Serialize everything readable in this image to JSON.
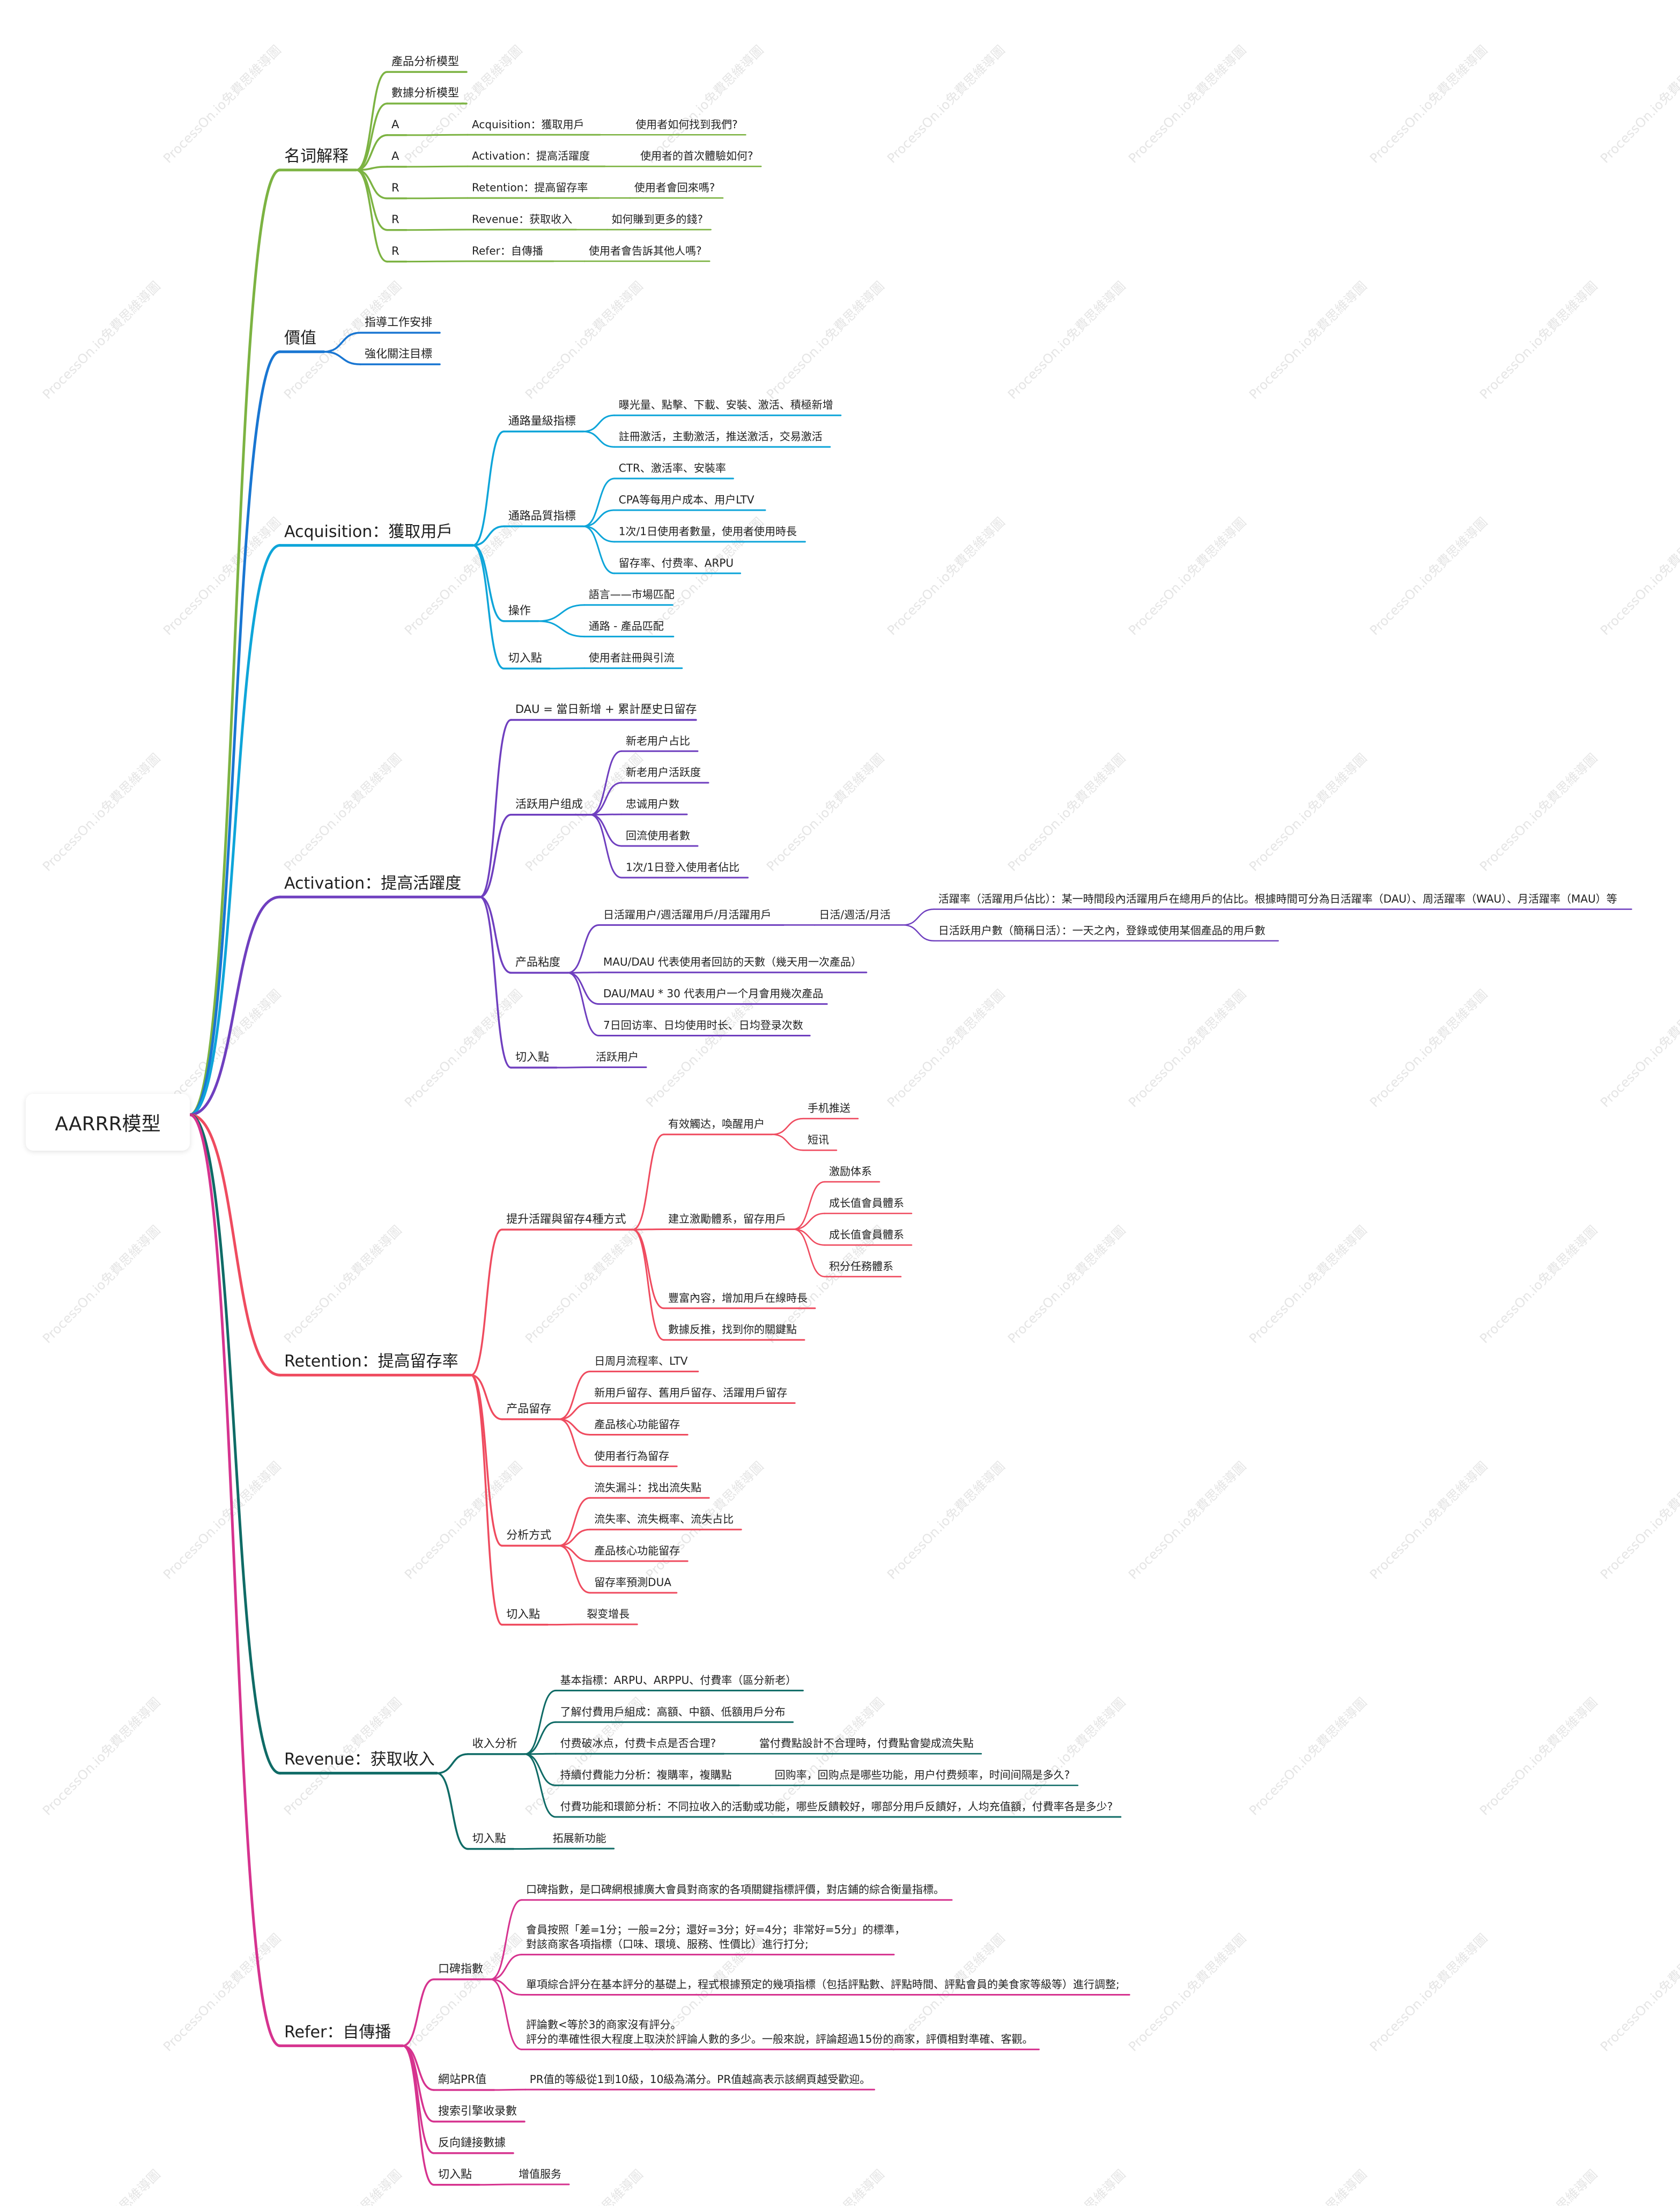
{
  "title": "AARRR模型",
  "watermark": "ProcessOn.io免費思維導圖",
  "branches": [
    {
      "label": "名词解释",
      "color": "#7cb342",
      "children": [
        {
          "label": "產品分析模型"
        },
        {
          "label": "數據分析模型"
        },
        {
          "label": "A",
          "children": [
            {
              "label": "Acquisition：獲取用戶",
              "children": [
                {
                  "label": "使用者如何找到我們?"
                }
              ]
            }
          ]
        },
        {
          "label": "A",
          "children": [
            {
              "label": "Activation：提高活躍度",
              "children": [
                {
                  "label": "使用者的首次體驗如何?"
                }
              ]
            }
          ]
        },
        {
          "label": "R",
          "children": [
            {
              "label": "Retention：提高留存率",
              "children": [
                {
                  "label": "使用者會回來嗎?"
                }
              ]
            }
          ]
        },
        {
          "label": "R",
          "children": [
            {
              "label": "Revenue：获取收入",
              "children": [
                {
                  "label": "如何賺到更多的錢?"
                }
              ]
            }
          ]
        },
        {
          "label": "R",
          "children": [
            {
              "label": "Refer：自傳播",
              "children": [
                {
                  "label": "使用者會告訴其他人嗎?"
                }
              ]
            }
          ]
        }
      ]
    },
    {
      "label": "價值",
      "color": "#1976d2",
      "children": [
        {
          "label": "指導工作安排"
        },
        {
          "label": "強化關注目標"
        }
      ]
    },
    {
      "label": "Acquisition：獲取用戶",
      "color": "#0ea5d9",
      "children": [
        {
          "label": "通路量級指標",
          "children": [
            {
              "label": "曝光量、點擊、下載、安裝、激活、積極新增"
            },
            {
              "label": "註冊激活，主動激活，推送激活，交易激活"
            }
          ]
        },
        {
          "label": "通路品質指標",
          "children": [
            {
              "label": "CTR、激活率、安裝率"
            },
            {
              "label": "CPA等每用户成本、用户LTV"
            },
            {
              "label": "1次/1日使用者數量，使用者使用時長"
            },
            {
              "label": "留存率、付费率、ARPU"
            }
          ]
        },
        {
          "label": "操作",
          "children": [
            {
              "label": "語言——市場匹配"
            },
            {
              "label": "通路 - 產品匹配"
            }
          ]
        },
        {
          "label": "切入點",
          "children": [
            {
              "label": "使用者註冊與引流"
            }
          ]
        }
      ]
    },
    {
      "label": "Activation：提高活躍度",
      "color": "#6f3fbf",
      "children": [
        {
          "label": "DAU = 當日新增 + 累計歷史日留存"
        },
        {
          "label": "活跃用户组成",
          "children": [
            {
              "label": "新老用户占比"
            },
            {
              "label": "新老用户活跃度"
            },
            {
              "label": "忠诚用户数"
            },
            {
              "label": "回流使用者數"
            },
            {
              "label": "1次/1日登入使用者佔比"
            }
          ]
        },
        {
          "label": "产品粘度",
          "children": [
            {
              "label": "日活躍用户/週活躍用戶/月活躍用戶",
              "children": [
                {
                  "label": "日活/週活/月活",
                  "children": [
                    {
                      "label": "活躍率（活躍用戶佔比）：某一時間段內活躍用戶在總用戶的佔比。根據時間可分為日活躍率（DAU）、周活躍率（WAU）、月活躍率（MAU）等"
                    },
                    {
                      "label": "日活跃用户數（簡稱日活）：一天之內，登錄或使用某個產品的用戶數"
                    }
                  ]
                }
              ]
            },
            {
              "label": "MAU/DAU 代表使用者回訪的天數（幾天用一次產品）"
            },
            {
              "label": "DAU/MAU * 30 代表用户一个月會用幾次產品"
            },
            {
              "label": "7日回访率、日均使用时长、日均登录次数"
            }
          ]
        },
        {
          "label": "切入點",
          "children": [
            {
              "label": "活跃用户"
            }
          ]
        }
      ]
    },
    {
      "label": "Retention：提高留存率",
      "color": "#ef4b5f",
      "children": [
        {
          "label": "提升活躍與留存4種方式",
          "children": [
            {
              "label": "有效觸达，喚醒用户",
              "children": [
                {
                  "label": "手机推送"
                },
                {
                  "label": "短讯"
                }
              ]
            },
            {
              "label": "建立激勵體系，留存用戶",
              "children": [
                {
                  "label": "激励体系"
                },
                {
                  "label": "成长值會員體系"
                },
                {
                  "label": "成长值會員體系"
                },
                {
                  "label": "积分任務體系"
                }
              ]
            },
            {
              "label": "豐富內容，增加用戶在線時長"
            },
            {
              "label": "數據反推，找到你的關鍵點"
            }
          ]
        },
        {
          "label": "产品留存",
          "children": [
            {
              "label": "日周月流程率、LTV"
            },
            {
              "label": "新用戶留存、舊用戶留存、活躍用戶留存"
            },
            {
              "label": "產品核心功能留存"
            },
            {
              "label": "使用者行為留存"
            }
          ]
        },
        {
          "label": "分析方式",
          "children": [
            {
              "label": "流失漏斗：找出流失點"
            },
            {
              "label": "流失率、流失概率、流失占比"
            },
            {
              "label": "產品核心功能留存"
            },
            {
              "label": "留存率預測DUA"
            }
          ]
        },
        {
          "label": "切入點",
          "children": [
            {
              "label": "裂变增長"
            }
          ]
        }
      ]
    },
    {
      "label": "Revenue：获取收入",
      "color": "#0f6b66",
      "children": [
        {
          "label": "收入分析",
          "children": [
            {
              "label": "基本指標：ARPU、ARPPU、付費率（區分新老）"
            },
            {
              "label": "了解付費用戶組成：高額、中額、低額用戶分布"
            },
            {
              "label": "付费破冰点，付费卡点是否合理?",
              "children": [
                {
                  "label": "當付費點設計不合理時，付費點會變成流失點"
                }
              ]
            },
            {
              "label": "持續付費能力分析：複購率，複購點",
              "children": [
                {
                  "label": "回购率，回购点是哪些功能，用户付费频率，时间间隔是多久?"
                }
              ]
            },
            {
              "label": "付費功能和環節分析：不同拉收入的活動或功能，哪些反饋較好，哪部分用戶反饋好，人均充值額，付費率各是多少?"
            }
          ]
        },
        {
          "label": "切入點",
          "children": [
            {
              "label": "拓展新功能"
            }
          ]
        }
      ]
    },
    {
      "label": "Refer：自傳播",
      "color": "#d6338f",
      "children": [
        {
          "label": "口碑指數",
          "children": [
            {
              "label": "口碑指數，是口碑網根據廣大會員對商家的各項關鍵指標評價，對店鋪的綜合衡量指標。"
            },
            {
              "label": "會員按照「差=1分；一般=2分；還好=3分；好=4分；非常好=5分」的標準，\n對該商家各項指標（口味、環境、服務、性價比）進行打分;"
            },
            {
              "label": "單項綜合評分在基本評分的基礎上，程式根據預定的幾項指標（包括評點數、評點時間、評點會員的美食家等級等）進行調整;"
            },
            {
              "label": "評論數<等於3的商家沒有評分。\n評分的準確性很大程度上取決於評論人數的多少。一般來說，評論超過15份的商家，評價相對準確、客觀。"
            }
          ]
        },
        {
          "label": "網站PR值",
          "children": [
            {
              "label": "PR值的等級從1到10級，10級為滿分。PR值越高表示該網頁越受歡迎。"
            }
          ]
        },
        {
          "label": "搜索引擎收录數"
        },
        {
          "label": "反向鏈接數據"
        },
        {
          "label": "切入點",
          "children": [
            {
              "label": "增值服务"
            }
          ]
        }
      ]
    }
  ]
}
